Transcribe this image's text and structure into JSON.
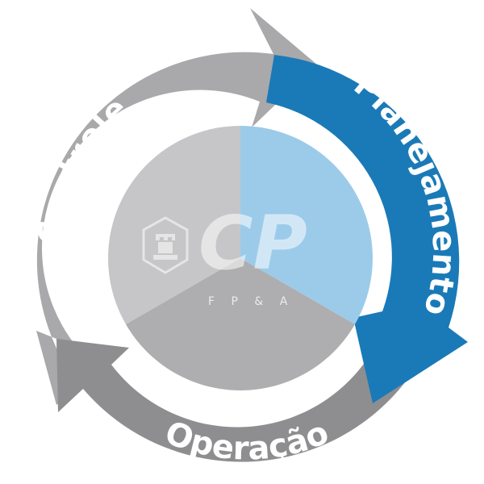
{
  "cycle": {
    "stages": [
      {
        "label": "Planejamento",
        "color": "#1a7ab8"
      },
      {
        "label": "Operação",
        "color": "#8e8e90"
      },
      {
        "label": "Controle",
        "color": "#a9a9ab"
      }
    ]
  },
  "center": {
    "sector_colors": [
      "#9ccbea",
      "#aeaeb0",
      "#c6c6c8"
    ],
    "logo_text": "CP",
    "logo_subtitle": "F P & A",
    "logo_icon": "rook-chess-icon"
  }
}
